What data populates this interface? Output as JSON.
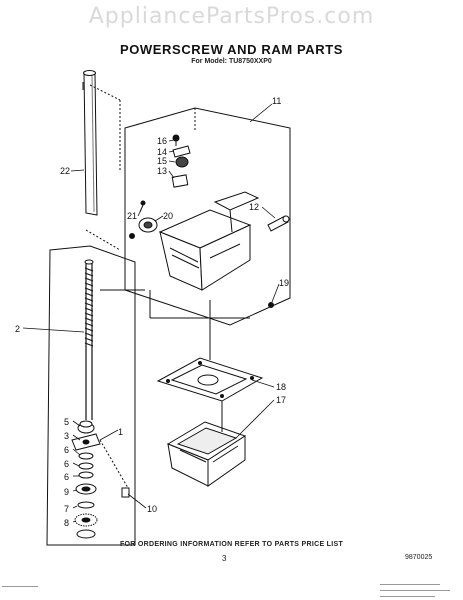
{
  "watermark": "AppliancePartsPros.com",
  "title": "POWERSCREW AND RAM PARTS",
  "subtitle": "For Model: TU8750XXP0",
  "footer_note": "FOR ORDERING INFORMATION REFER TO PARTS PRICE LIST",
  "page_number": "3",
  "part_code": "9870025",
  "callouts": [
    "1",
    "2",
    "3",
    "5",
    "6",
    "6",
    "6",
    "7",
    "8",
    "9",
    "10",
    "11",
    "12",
    "13",
    "14",
    "15",
    "16",
    "17",
    "18",
    "19",
    "20",
    "21",
    "22"
  ]
}
